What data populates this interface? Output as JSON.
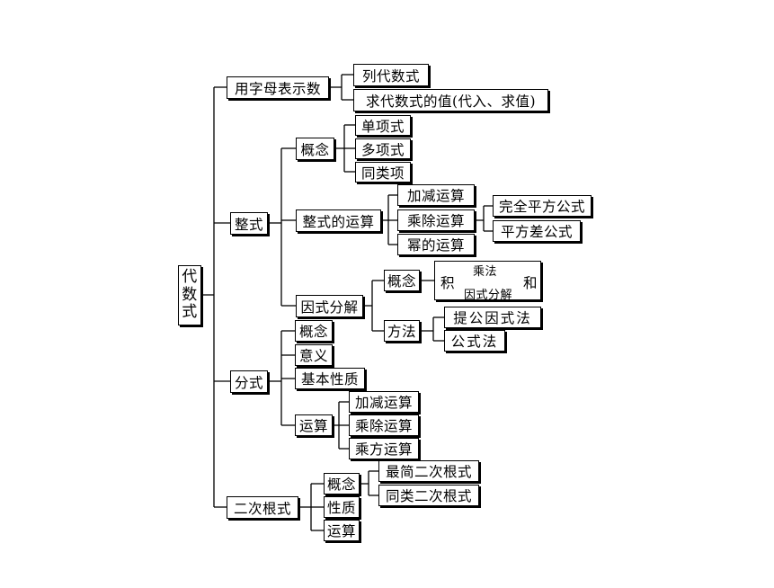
{
  "root": "代数式",
  "branch1": {
    "label": "用字母表示数",
    "children": [
      "列代数式",
      "求代数式的值(代入、求值)"
    ]
  },
  "branch2": {
    "label": "整式",
    "concept": {
      "label": "概念",
      "children": [
        "单项式",
        "多项式",
        "同类项"
      ]
    },
    "operation": {
      "label": "整式的运算",
      "children": [
        "加减运算",
        "乘除运算",
        "幂的运算"
      ],
      "formulas": [
        "完全平方公式",
        "平方差公式"
      ]
    },
    "factor": {
      "label": "因式分解",
      "concept": {
        "label": "概念",
        "left": "积",
        "top_arrow": "乘法",
        "bottom_arrow": "因式分解",
        "right": "和"
      },
      "method": {
        "label": "方法",
        "children": [
          "提公因式法",
          "公式法"
        ]
      }
    }
  },
  "branch3": {
    "label": "分式",
    "children": [
      "概念",
      "意义",
      "基本性质"
    ],
    "operation": {
      "label": "运算",
      "children": [
        "加减运算",
        "乘除运算",
        "乘方运算"
      ]
    }
  },
  "branch4": {
    "label": "二次根式",
    "concept": {
      "label": "概念",
      "children": [
        "最简二次根式",
        "同类二次根式"
      ]
    },
    "children": [
      "性质",
      "运算"
    ]
  }
}
